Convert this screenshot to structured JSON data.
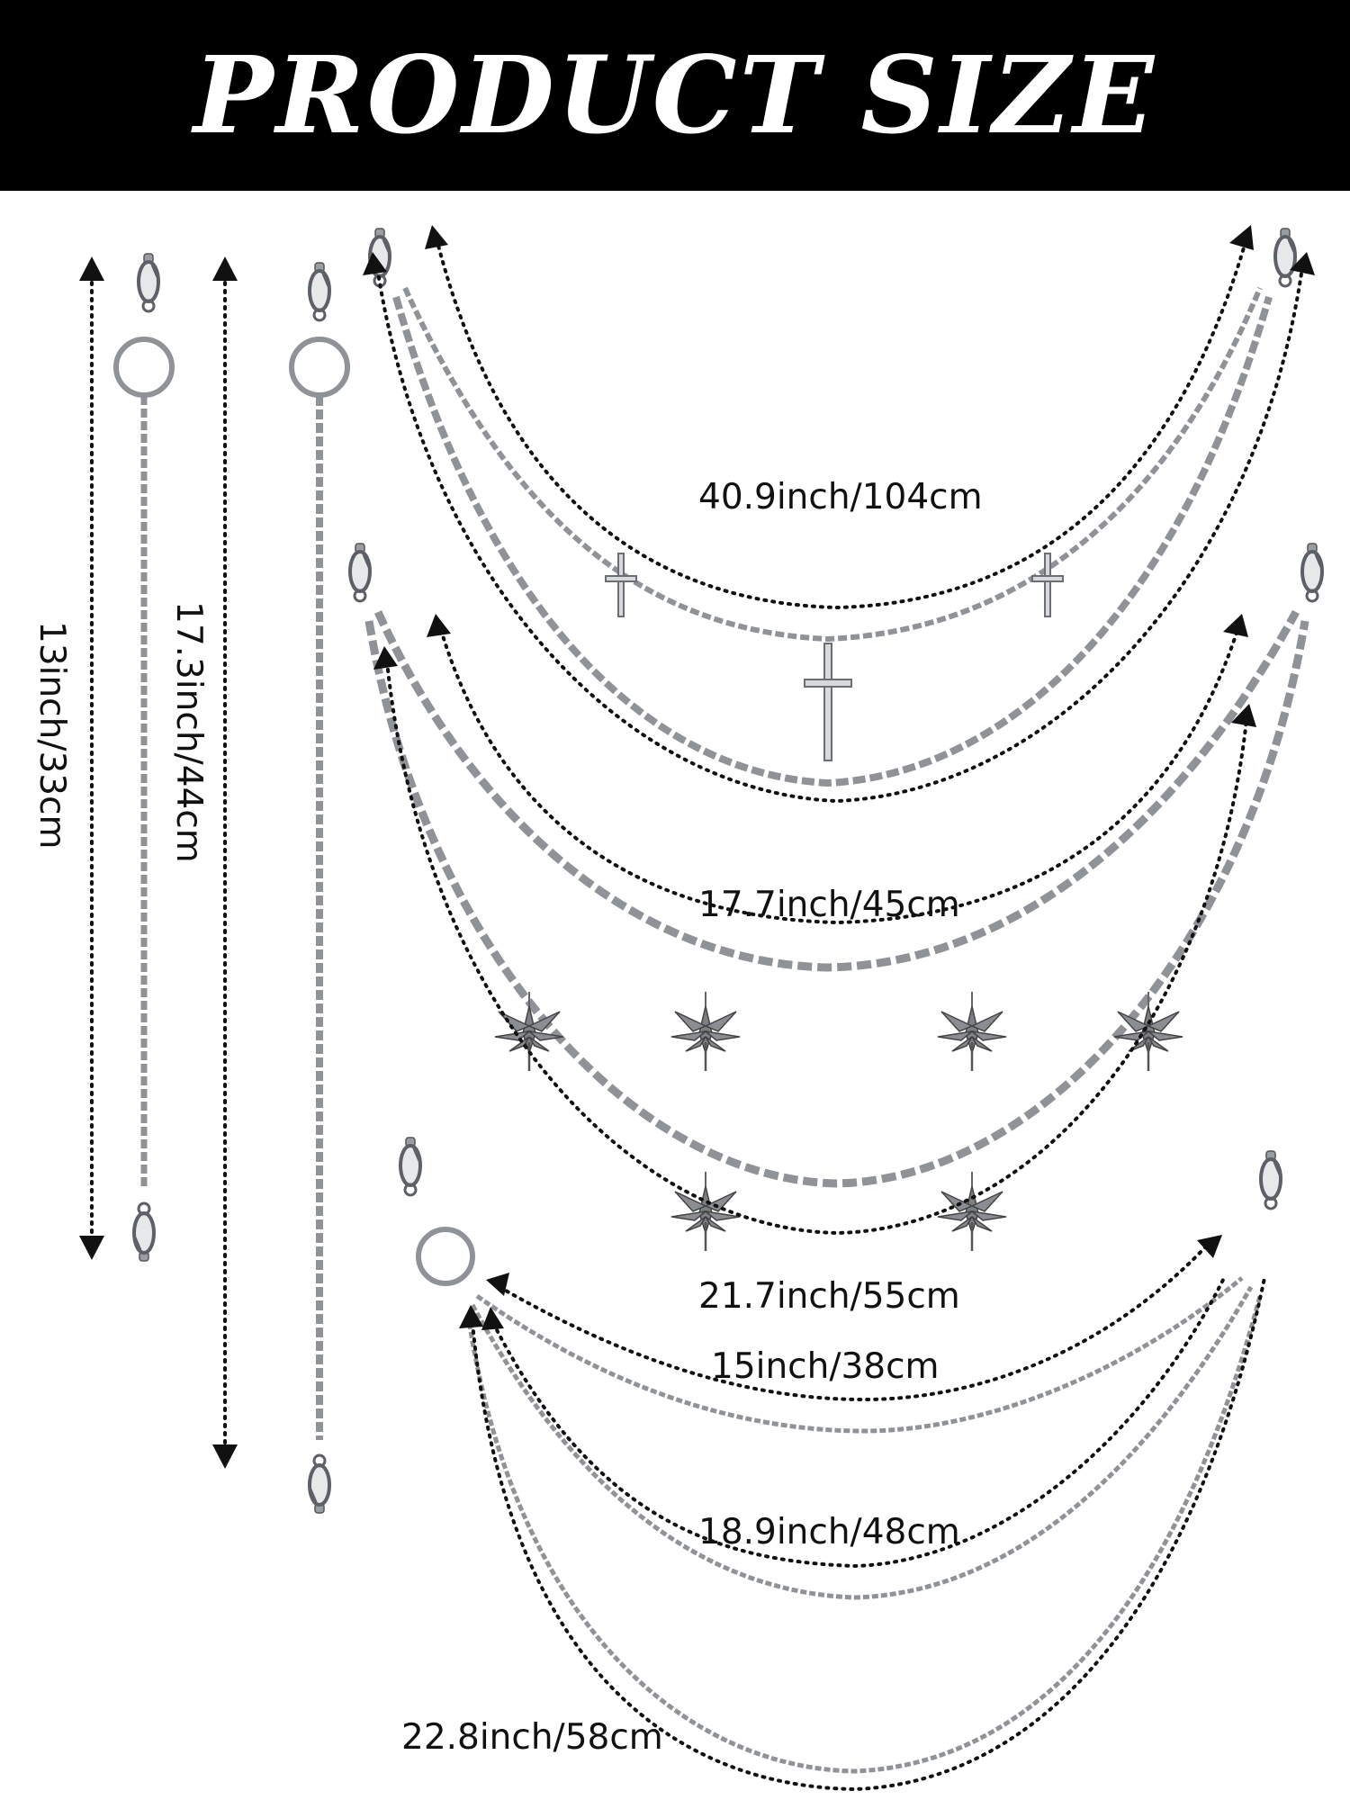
{
  "header": {
    "title": "PRODUCT SIZE"
  },
  "colors": {
    "banner": "#000000",
    "banner_text": "#ffffff",
    "chain": "#8f9296",
    "arrow": "#111111",
    "label": "#111111"
  },
  "icons": [
    "lobster-clasp-icon",
    "o-ring-icon",
    "cross-charm-icon",
    "leaf-charm-icon",
    "arrowhead-icon"
  ],
  "measurements": {
    "keychain_short": "13inch/33cm",
    "keychain_long": "17.3inch/44cm",
    "cross_chain_outer": "40.9inch/104cm",
    "leaf_chain_inner": "17.7inch/45cm",
    "leaf_chain_outer": "21.7inch/55cm",
    "triple_chain_inner": "15inch/38cm",
    "triple_chain_middle": "18.9inch/48cm",
    "triple_chain_outer": "22.8inch/58cm"
  }
}
